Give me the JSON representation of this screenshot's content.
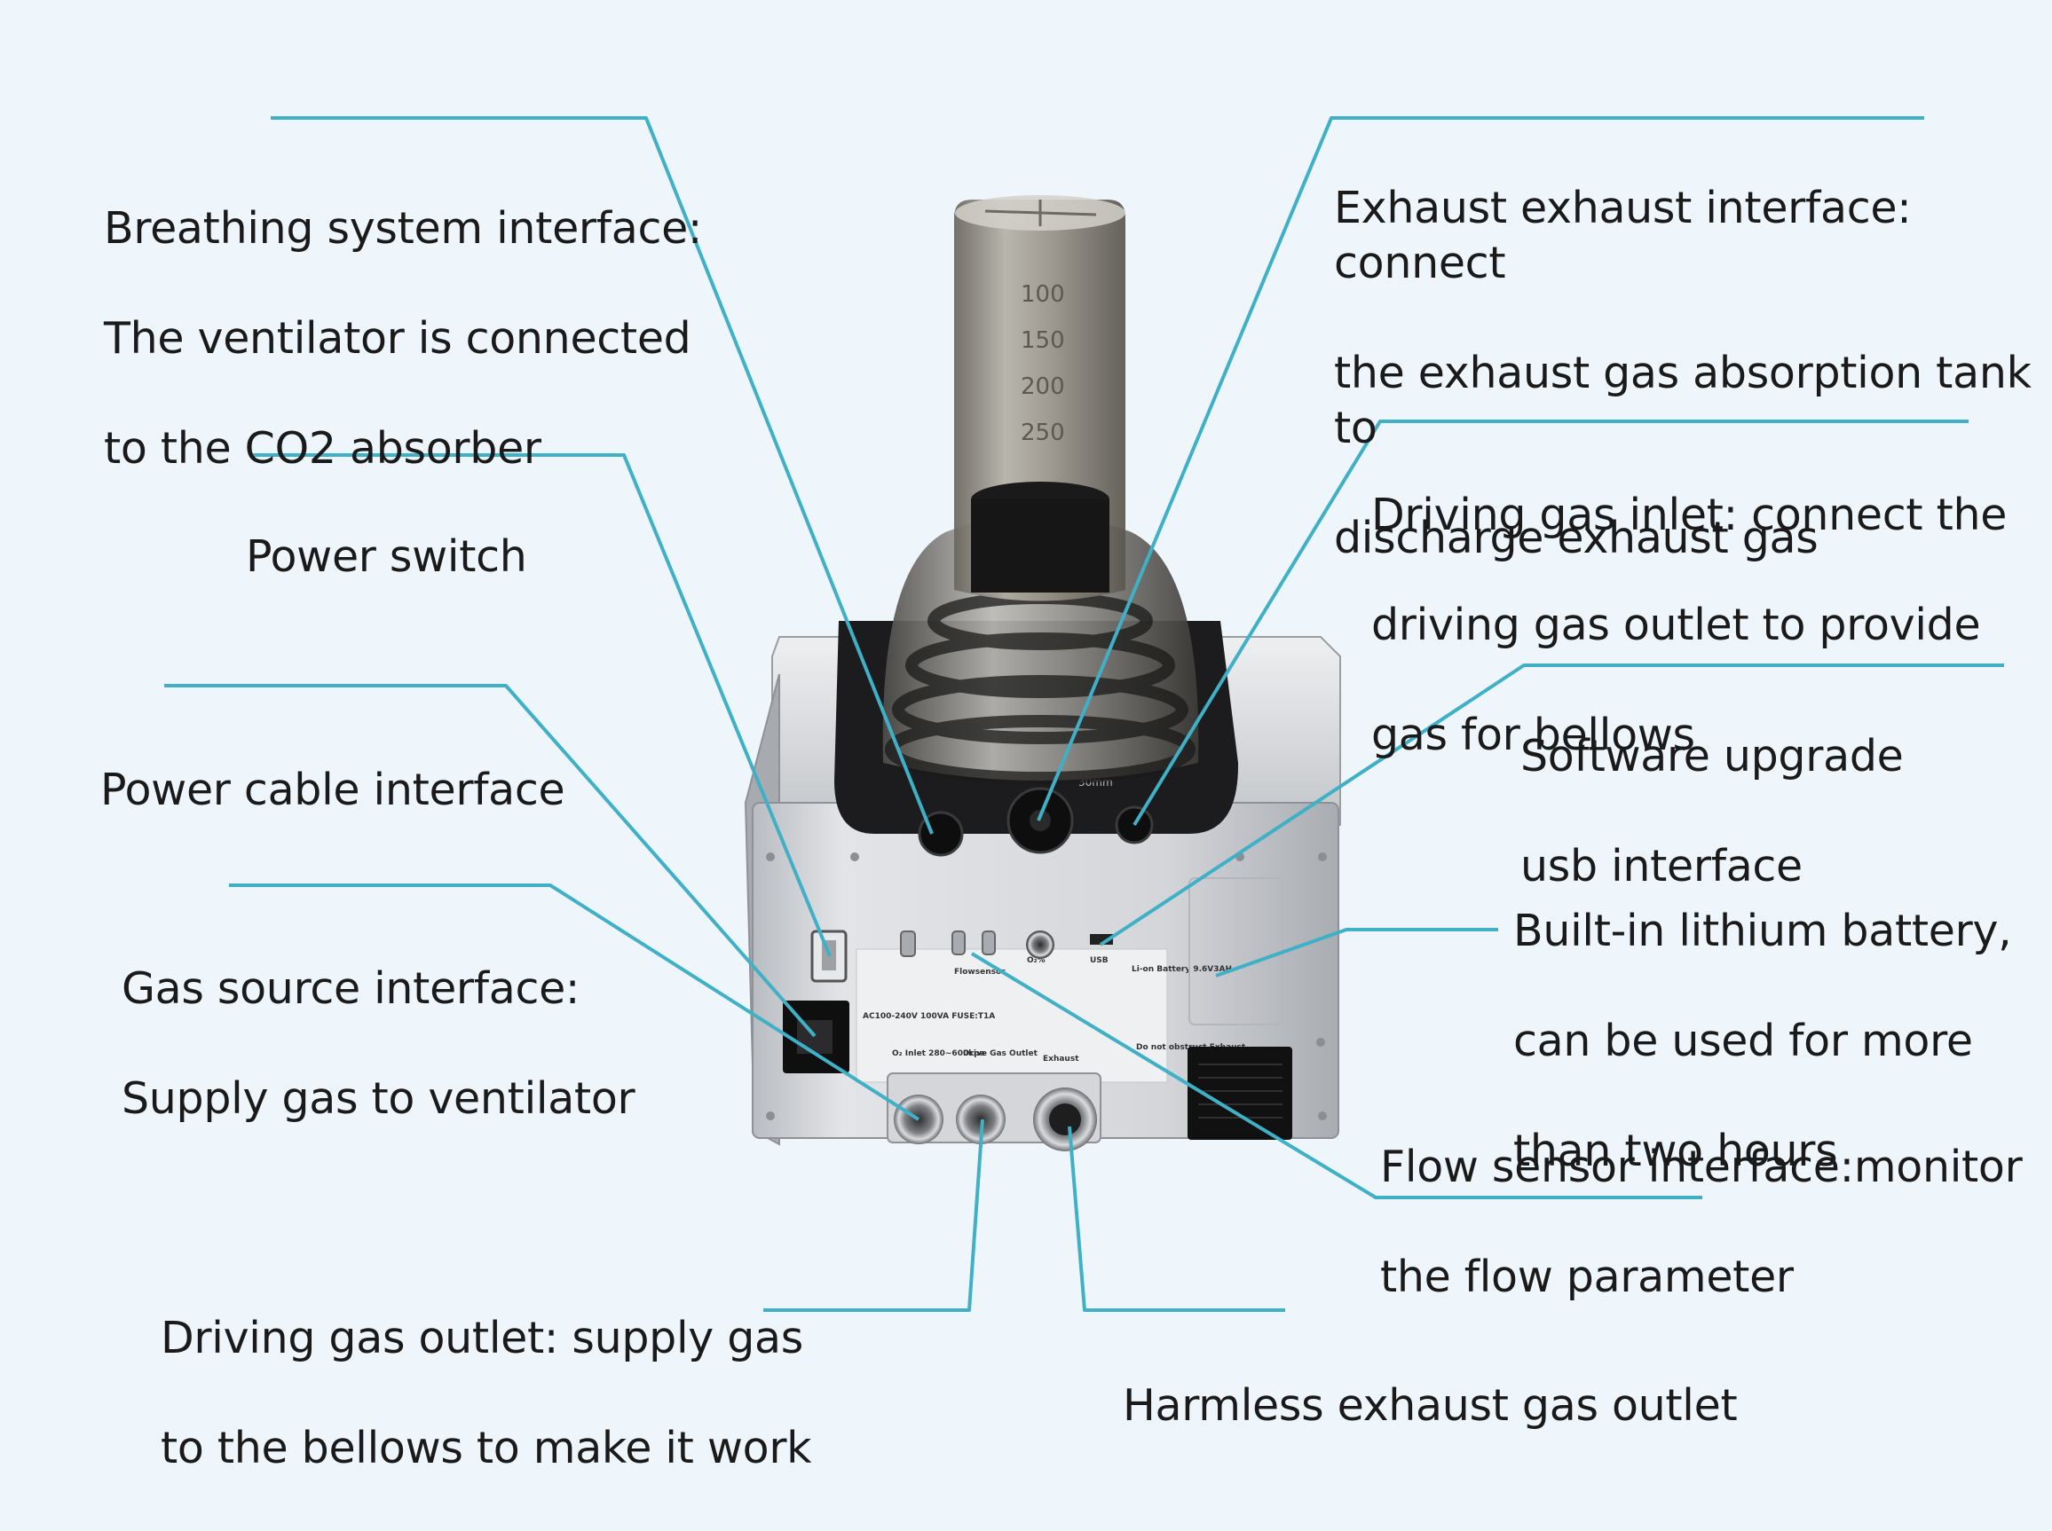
{
  "colors": {
    "background": "#eef6fc",
    "leader_line": "#3fb0c5",
    "text": "#1a1a1a",
    "device_body": "#c9ccd1",
    "bellows_housing": "#8c8a84"
  },
  "device": {
    "bellows_scale": [
      "100",
      "150",
      "200",
      "250"
    ],
    "base_scale_label": "30mm",
    "panel": {
      "flowsensor_label": "Flowsensor",
      "o2_label": "O₂%",
      "usb_label": "USB",
      "battery_label": "Li-on Battery 9.6V3AH",
      "power_label": "AC100-240V 100VA FUSE:T1A",
      "o2_inlet_label": "O₂ Inlet 280~600kpa",
      "drive_gas_label": "Drive Gas Outlet",
      "exhaust_label": "Exhaust",
      "warning_label": "Do not obstruct Exhaust"
    }
  },
  "callouts": [
    {
      "id": "breathing-system",
      "lines": [
        "Breathing system interface:",
        "The ventilator is connected",
        "to the CO2 absorber"
      ]
    },
    {
      "id": "power-switch",
      "lines": [
        "Power switch"
      ]
    },
    {
      "id": "power-cable",
      "lines": [
        "Power cable interface"
      ]
    },
    {
      "id": "gas-source",
      "lines": [
        "Gas source interface:",
        "Supply gas to ventilator"
      ]
    },
    {
      "id": "driving-gas-outlet",
      "lines": [
        "Driving gas outlet: supply gas",
        "to the bellows to make it work"
      ]
    },
    {
      "id": "exhaust-interface",
      "lines": [
        "Exhaust exhaust interface: connect",
        "the exhaust gas absorption tank to",
        "discharge exhaust gas"
      ]
    },
    {
      "id": "driving-gas-inlet",
      "lines": [
        "Driving gas inlet: connect the",
        "driving gas outlet to provide",
        "gas for bellows"
      ]
    },
    {
      "id": "software-upgrade",
      "lines": [
        "Software upgrade",
        "usb interface"
      ]
    },
    {
      "id": "battery",
      "lines": [
        "Built-in lithium battery,",
        "can be used  for more",
        "than two hours"
      ]
    },
    {
      "id": "flow-sensor",
      "lines": [
        "Flow sensor interface:monitor",
        "the flow parameter"
      ]
    },
    {
      "id": "harmless-exhaust",
      "lines": [
        "Harmless exhaust gas outlet"
      ]
    }
  ]
}
